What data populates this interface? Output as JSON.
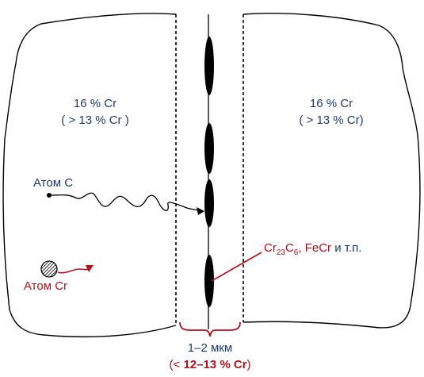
{
  "left_grain": {
    "line1": "16 % Cr",
    "line2": "( > 13 % Cr )"
  },
  "right_grain": {
    "line1": "16 % Cr",
    "line2": "( > 13 % Cr)"
  },
  "carbon_atom_label": "Атом С",
  "chromium_atom_label": "Атом Cr",
  "carbide_label": {
    "cr": "Cr",
    "sub1": "23",
    "c": "C",
    "sub2": "6",
    "fecr": ", FeCr",
    "rest": " и т.п."
  },
  "boundary_width": "1–2 мкм",
  "boundary_composition": {
    "open": "(< ",
    "value": "12–13 % Cr",
    "close": ")"
  },
  "colors": {
    "text_blue": "#1f3a68",
    "text_red": "#b0121b",
    "outline": "#000000"
  }
}
